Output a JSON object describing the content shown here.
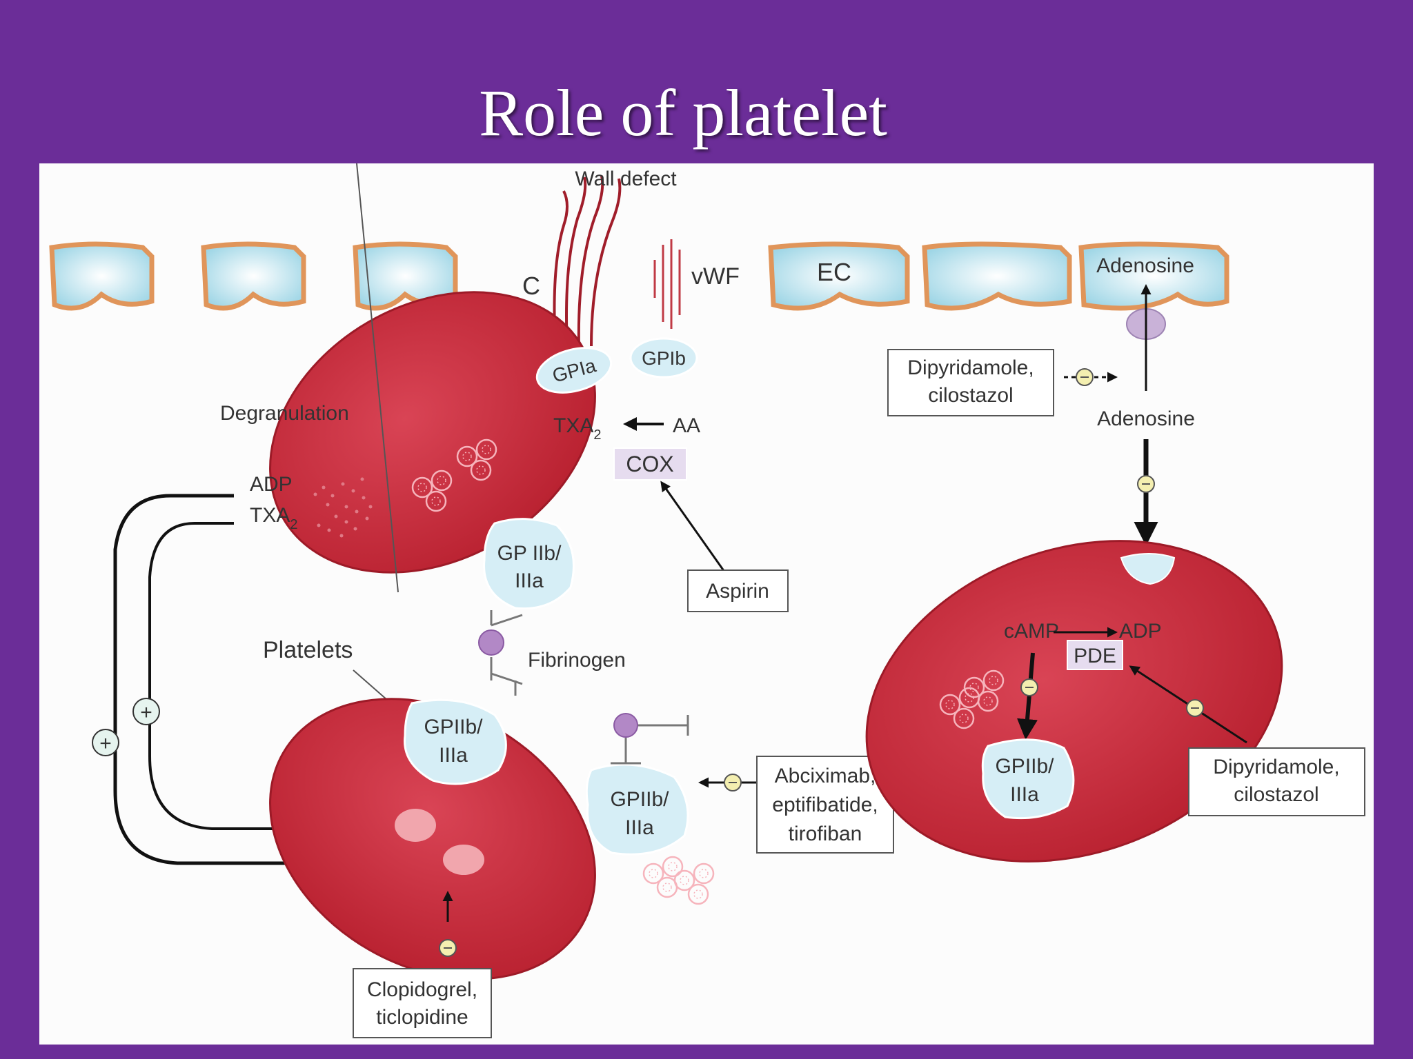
{
  "slide": {
    "title": "Role of platelet"
  },
  "labels": {
    "wall_defect": "Wall defect",
    "collagen": "C",
    "vwf": "vWF",
    "ec": "EC",
    "adenosine_in_cell": "Adenosine",
    "adenosine": "Adenosine",
    "gpia": "GPIa",
    "gpib": "GPIb",
    "degranulation": "Degranulation",
    "txa2_main": "TXA",
    "txa2_sub": "2",
    "arrow_aa": "AA",
    "cox": "COX",
    "adp_release": "ADP",
    "txa2_release_main": "TXA",
    "txa2_release_sub": "2",
    "gp_iib_iiia_top_line1": "GP IIb/",
    "gp_iib_iiia_top_line2": "IIIa",
    "platelets": "Platelets",
    "fibrinogen": "Fibrinogen",
    "gpiib_left_line1": "GPIIb/",
    "gpiib_left_line2": "IIIa",
    "gpiib_right_line1": "GPIIb/",
    "gpiib_right_line2": "IIIa",
    "camp": "cAMP",
    "adp_product": "ADP",
    "pde": "PDE",
    "gpiib_third_line1": "GPIIb/",
    "gpiib_third_line2": "IIIa",
    "plus_symbol": "+"
  },
  "drugs": {
    "aspirin": "Aspirin",
    "dipyridamole_top_line1": "Dipyridamole,",
    "dipyridamole_top_line2": "cilostazol",
    "dipyridamole_bottom_line1": "Dipyridamole,",
    "dipyridamole_bottom_line2": "cilostazol",
    "abciximab_line1": "Abciximab,",
    "abciximab_line2": "eptifibatide,",
    "abciximab_line3": "tirofiban",
    "clopidogrel_line1": "Clopidogrel,",
    "clopidogrel_line2": "ticlopidine"
  },
  "colors": {
    "background": "#6b2d98",
    "panel": "#fcfcfc",
    "platelet": "#c42a3c",
    "receptor": "#d6eef6",
    "endothelium_fill": "#bfe6f0",
    "endothelium_border": "#e0955a",
    "inhibitor_badge": "#f4efb0"
  }
}
